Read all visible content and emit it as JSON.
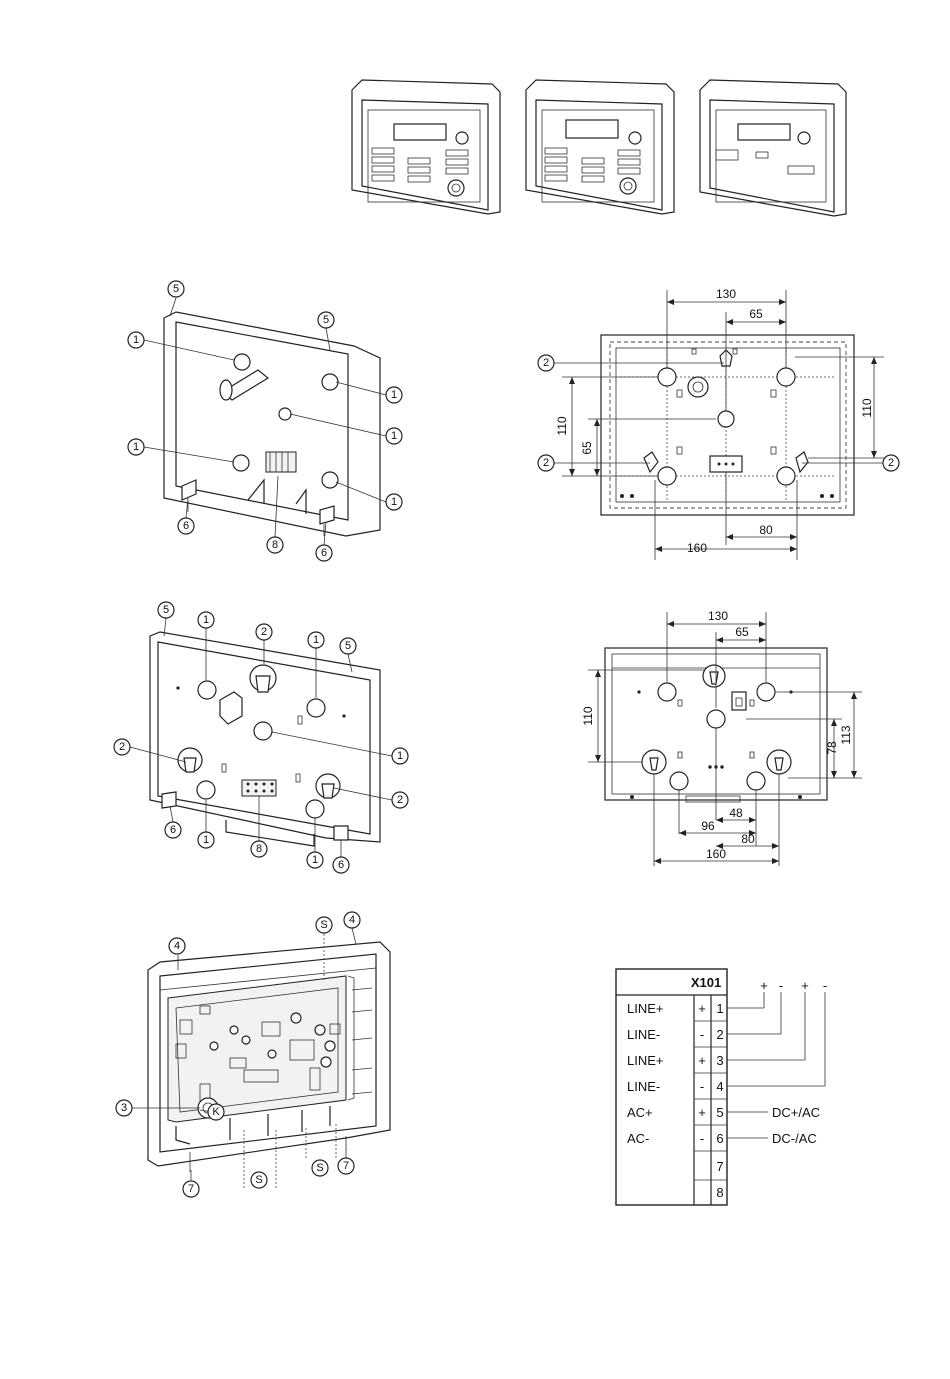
{
  "callouts": {
    "c1": "1",
    "c2": "2",
    "c3": "3",
    "c4": "4",
    "c5": "5",
    "c6": "6",
    "c7": "7",
    "c8": "8",
    "cS": "S",
    "cK": "K"
  },
  "dims_top": {
    "w130": "130",
    "w65": "65",
    "h110": "110",
    "h65": "65",
    "r110": "110",
    "w80": "80",
    "w160": "160"
  },
  "dims_mid": {
    "w130": "130",
    "w65": "65",
    "h110": "110",
    "r113": "113",
    "r78": "78",
    "w48": "48",
    "w96": "96",
    "w80": "80",
    "w160": "160"
  },
  "terminal": {
    "title": "X101",
    "rows": [
      {
        "label": "LINE+",
        "sign": "+",
        "num": "1",
        "right": ""
      },
      {
        "label": "LINE-",
        "sign": "-",
        "num": "2",
        "right": ""
      },
      {
        "label": "LINE+",
        "sign": "+",
        "num": "3",
        "right": ""
      },
      {
        "label": "LINE-",
        "sign": "-",
        "num": "4",
        "right": ""
      },
      {
        "label": "AC+",
        "sign": "+",
        "num": "5",
        "right": "DC+/AC"
      },
      {
        "label": "AC-",
        "sign": "-",
        "num": "6",
        "right": "DC-/AC"
      },
      {
        "label": "",
        "sign": "",
        "num": "7",
        "right": ""
      },
      {
        "label": "",
        "sign": "",
        "num": "8",
        "right": ""
      }
    ],
    "polarity": [
      "+",
      "-",
      "+",
      "-"
    ]
  }
}
